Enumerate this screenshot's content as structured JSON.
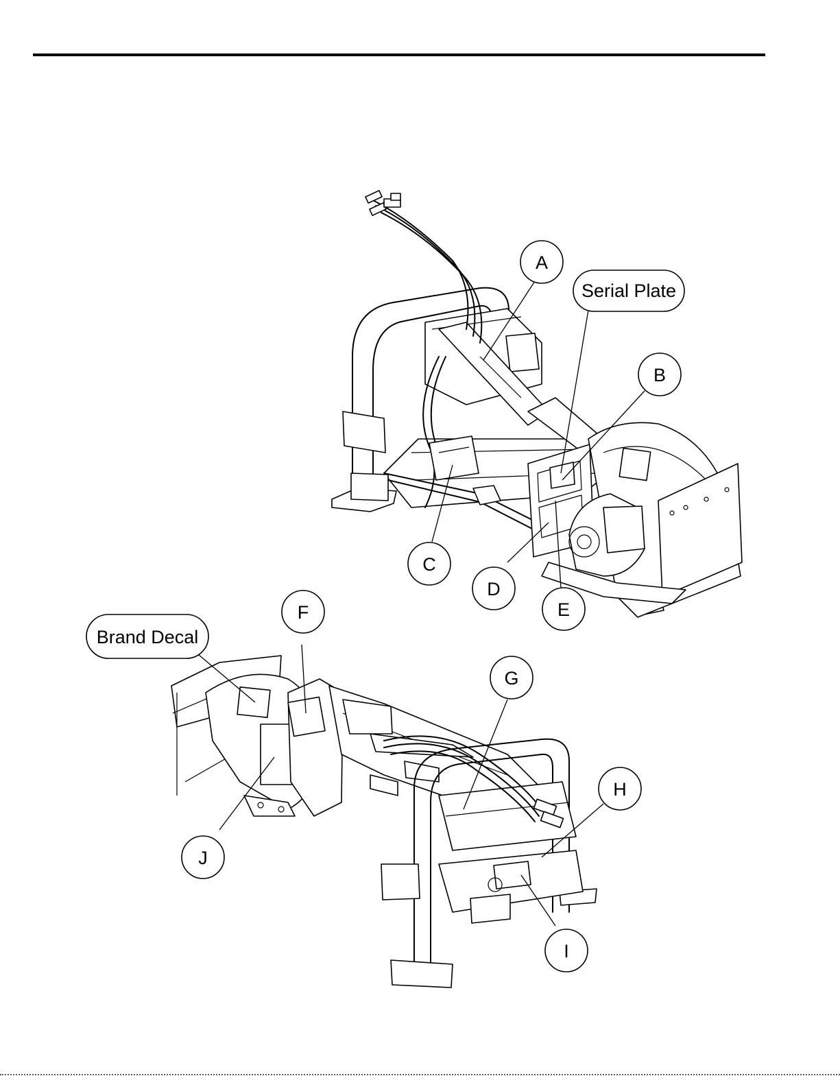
{
  "callouts": {
    "a": "A",
    "b": "B",
    "c": "C",
    "d": "D",
    "e": "E",
    "f": "F",
    "g": "G",
    "h": "H",
    "i": "I",
    "j": "J",
    "serial_plate": "Serial Plate",
    "brand_decal": "Brand Decal"
  }
}
